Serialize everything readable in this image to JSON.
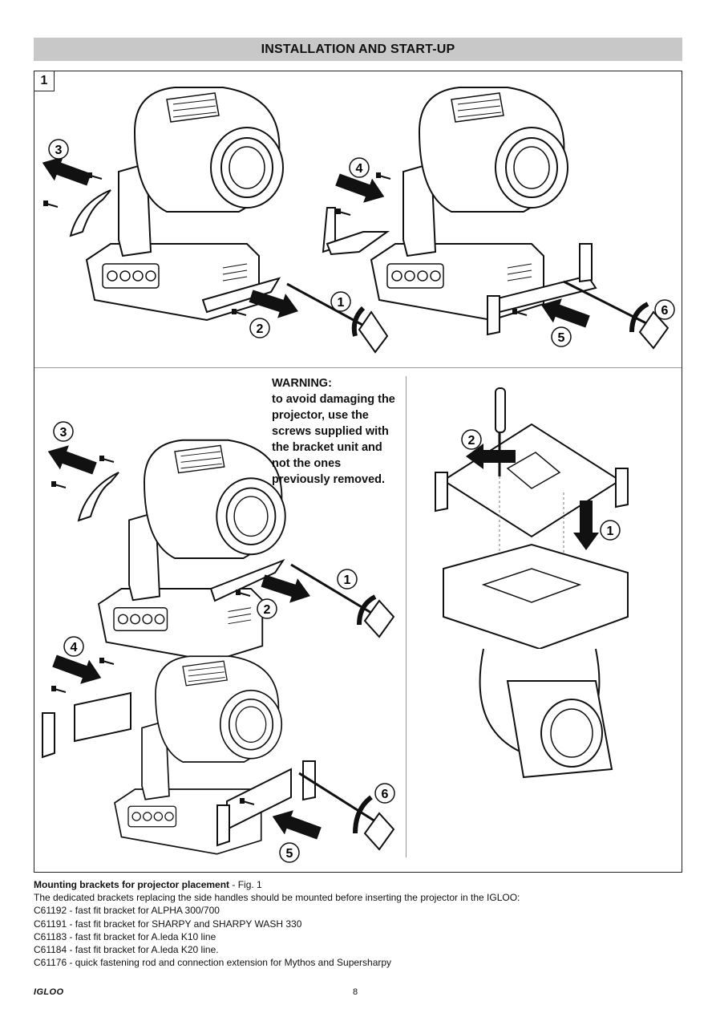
{
  "header": {
    "title": "INSTALLATION AND START-UP"
  },
  "figure": {
    "number": "1",
    "warning": {
      "title": "WARNING:",
      "lines": [
        "to avoid damaging the",
        "projector, use the",
        "screws supplied with",
        "the bracket unit and",
        "not the ones",
        "previously removed."
      ]
    },
    "callouts": {
      "p1": [
        "3",
        "1",
        "2"
      ],
      "p2": [
        "4",
        "6",
        "5"
      ],
      "p3": [
        "3",
        "1",
        "2"
      ],
      "p4": [
        "4",
        "6",
        "5"
      ],
      "p5": [
        "2",
        "1"
      ]
    }
  },
  "caption": {
    "title": "Mounting brackets for projector placement",
    "title_suffix": " - Fig. 1",
    "lines": [
      "The dedicated brackets replacing the side handles should be mounted before inserting the projector in the IGLOO:",
      "C61192 - fast fit bracket for ALPHA 300/700",
      "C61191 - fast fit bracket for SHARPY and SHARPY WASH 330",
      "C61183 - fast fit bracket for A.leda K10 line",
      "C61184 - fast fit bracket for A.leda K20 line.",
      "C61176 - quick fastening rod and connection extension for Mythos and Supersharpy"
    ]
  },
  "footer": {
    "brand": "IGLOO",
    "page": "8"
  }
}
